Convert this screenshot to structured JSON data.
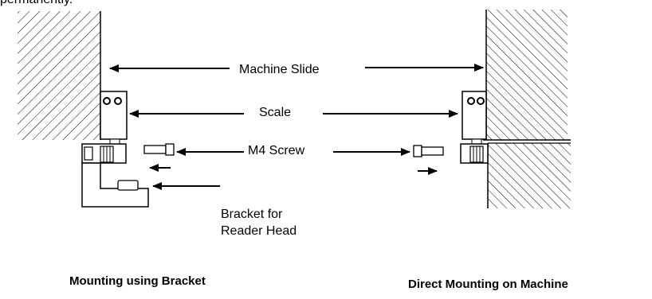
{
  "intro_text": "permanently.",
  "labels": {
    "machine_slide": "Machine Slide",
    "scale": "Scale",
    "m4_screw": "M4 Screw",
    "bracket_line1": "Bracket for",
    "bracket_line2": "Reader Head"
  },
  "captions": {
    "left": "Mounting using Bracket",
    "right": "Direct Mounting on Machine"
  }
}
